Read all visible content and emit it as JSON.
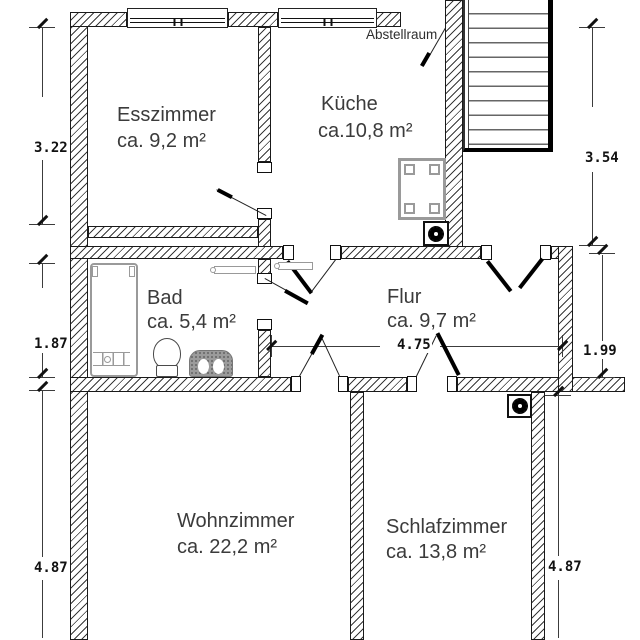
{
  "rooms": {
    "esszimmer": {
      "name": "Esszimmer",
      "area": "ca. 9,2 m²"
    },
    "kueche": {
      "name": "Küche",
      "area": "ca.10,8 m²"
    },
    "abstellraum": {
      "name": "Abstellraum",
      "area": ""
    },
    "bad": {
      "name": "Bad",
      "area": "ca. 5,4 m²"
    },
    "flur": {
      "name": "Flur",
      "area": "ca. 9,7 m²"
    },
    "wohnzimmer": {
      "name": "Wohnzimmer",
      "area": "ca. 22,2 m²"
    },
    "schlafzimmer": {
      "name": "Schlafzimmer",
      "area": "ca. 13,8 m²"
    }
  },
  "dimensions": {
    "left_top": "3.22",
    "left_middle": "1.87",
    "left_bottom": "4.87",
    "right_top": "3.54",
    "right_middle": "1.99",
    "right_bottom": "4.87",
    "flur_width": "4.75"
  },
  "icons": {
    "boiler": "gear-circle-icon",
    "radiator": "bar-icon",
    "stairs": "stair-treads-icon",
    "window": "double-glazing-icon"
  },
  "colors": {
    "wall_hatch": "#3a3a3a",
    "wall_outline": "#1a1a1a",
    "furniture": "#9a9a9a",
    "room_text": "#3b3b3b",
    "dimension_text": "#111111"
  }
}
